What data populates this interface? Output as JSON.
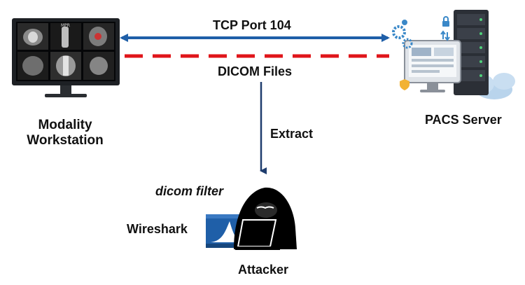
{
  "diagram": {
    "labels": {
      "tcp_port": "TCP Port 104",
      "dicom_files": "DICOM Files",
      "extract": "Extract",
      "modality_line1": "Modality",
      "modality_line2": "Workstation",
      "pacs_server": "PACS Server",
      "dicom_filter": "dicom filter",
      "wireshark": "Wireshark",
      "attacker": "Attacker",
      "monitor_mpr": "MPR"
    },
    "colors": {
      "tcp_arrow": "#1f5fa8",
      "dicom_dashes": "#e0151a",
      "extract_arrow": "#1f3d6e",
      "text": "#111111",
      "wireshark_blue": "#1f5fa8",
      "server_dark": "#2b2f36",
      "server_blue": "#3a88c8",
      "cloud": "#b9d4ec"
    },
    "icons": [
      "workstation-monitor-icon",
      "pacs-server-icon",
      "attacker-hacker-icon",
      "wireshark-fin-icon"
    ]
  }
}
